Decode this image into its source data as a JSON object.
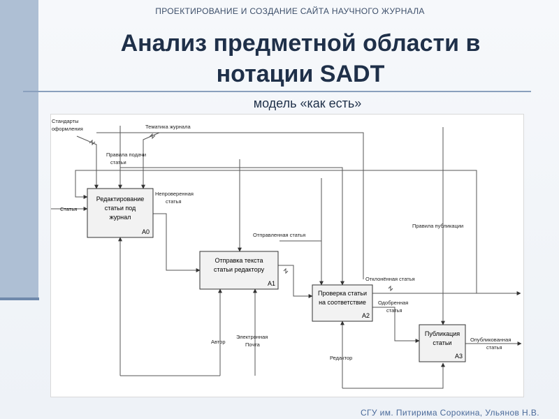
{
  "slide": {
    "header_caption": "ПРОЕКТИРОВАНИЕ И СОЗДАНИЕ САЙТА НАУЧНОГО ЖУРНАЛА",
    "title_line1": "Анализ предметной области в",
    "title_line2": "нотации SADT",
    "subtitle": "модель «как есть»",
    "footer": "СГУ им. Питирима Сорокина, Ульянов Н.В."
  },
  "diagram": {
    "boxes": [
      {
        "id": "A0",
        "lines": [
          "Редактирование",
          "статьи под",
          "журнал"
        ],
        "code": "A0"
      },
      {
        "id": "A1",
        "lines": [
          "Отправка текста",
          "статьи редактору"
        ],
        "code": "A1"
      },
      {
        "id": "A2",
        "lines": [
          "Проверка статьи",
          "на соответствие"
        ],
        "code": "A2"
      },
      {
        "id": "A3",
        "lines": [
          "Публикация",
          "статьи"
        ],
        "code": "A3"
      }
    ],
    "labels": {
      "standards_l1": "Стандарты",
      "standards_l2": "оформления",
      "journal_topics": "Тематика журнала",
      "submission_rules_l1": "Правила подачи",
      "submission_rules_l2": "статьи",
      "article_in": "Статья",
      "unchecked_l1": "Непроверенная",
      "unchecked_l2": "статья",
      "sent_article": "Отправленная статья",
      "publication_rules": "Правила публикации",
      "rejected_article": "Отклонённая статья",
      "approved_l1": "Одобренная",
      "approved_l2": "статья",
      "published_l1": "Опубликованная",
      "published_l2": "статья",
      "author": "Автор",
      "email_l1": "Электронная",
      "email_l2": "Почта",
      "editor": "Редактор"
    }
  }
}
